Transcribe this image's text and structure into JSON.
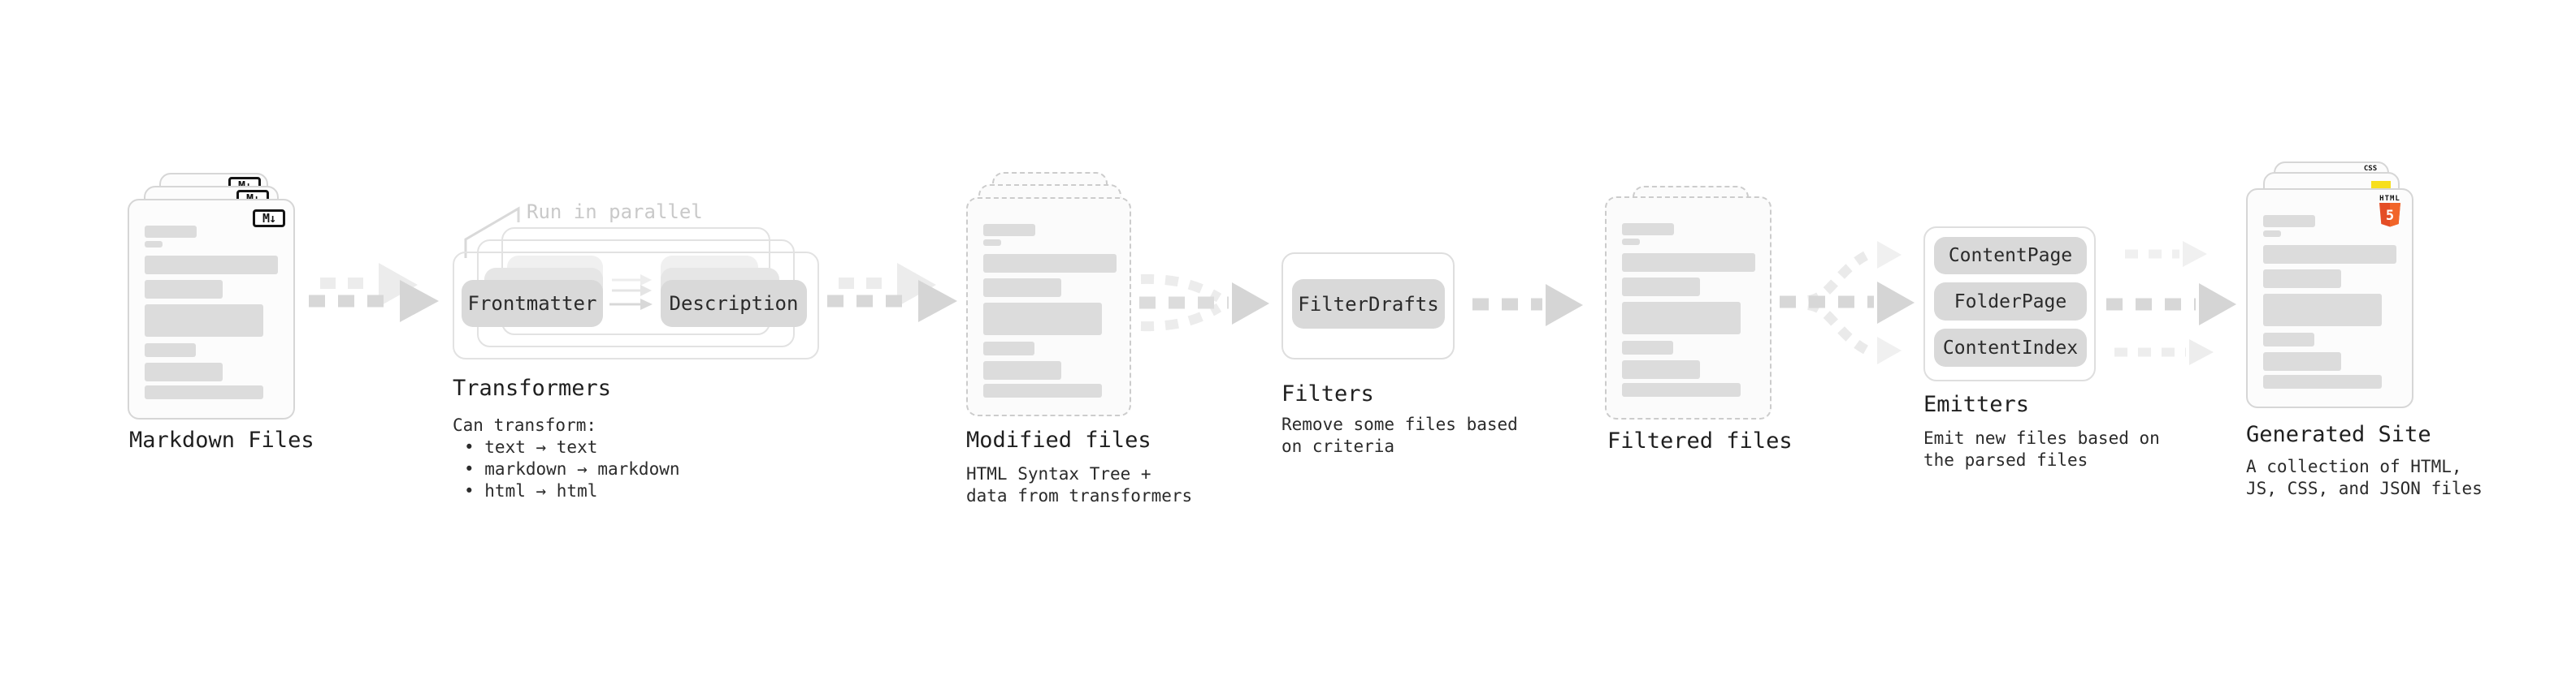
{
  "markdown_files": {
    "title": "Markdown Files"
  },
  "transformers": {
    "title": "Transformers",
    "annotation": "Run in parallel",
    "chips": [
      "Frontmatter",
      "Description"
    ],
    "sub": [
      "Can transform:",
      "• text → text",
      "• markdown → markdown",
      "• html → html"
    ]
  },
  "modified_files": {
    "title": "Modified files",
    "sub": [
      "HTML Syntax Tree +",
      "data from transformers"
    ]
  },
  "filters": {
    "title": "Filters",
    "chip": "FilterDrafts",
    "sub": [
      "Remove some files based",
      "on criteria"
    ]
  },
  "filtered_files": {
    "title": "Filtered files"
  },
  "emitters": {
    "title": "Emitters",
    "chips": [
      "ContentPage",
      "FolderPage",
      "ContentIndex"
    ],
    "sub": [
      "Emit new files based on",
      "the parsed files"
    ]
  },
  "generated_site": {
    "title": "Generated Site",
    "sub": [
      "A collection of HTML,",
      "JS, CSS, and JSON files"
    ]
  },
  "icons": {
    "markdown": "M↓",
    "css": "CSS",
    "html_label": "HTML",
    "html_number": "5"
  },
  "colors": {
    "html5_orange": "#E44D26",
    "html5_orange_light": "#F16529",
    "js_yellow": "#F7DF1E",
    "css_blue": "#2862E9",
    "arrow_gray": "#D7D7D7",
    "ghost_gray": "#ECECEC",
    "text": "#1F1F1F"
  }
}
